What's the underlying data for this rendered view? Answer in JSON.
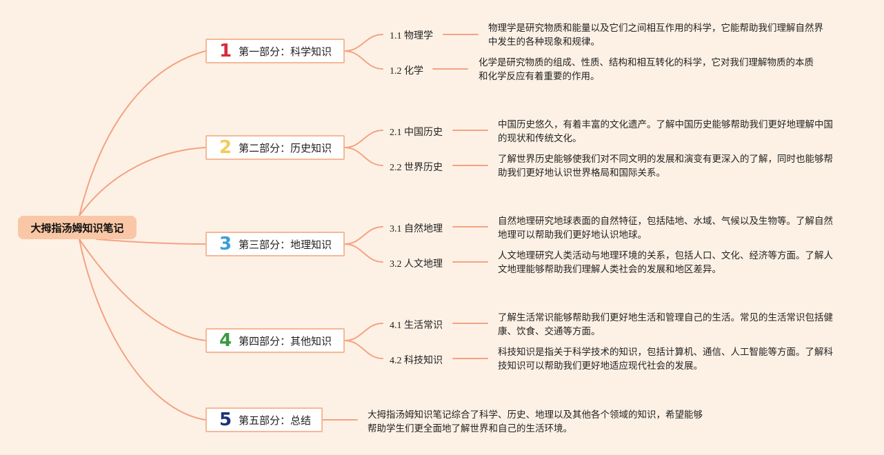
{
  "colors": {
    "background": "#fdf1e5",
    "branch": "#f4a282",
    "root_fill": "#f9c7a6",
    "box_border": "#f6b796"
  },
  "root": {
    "label": "大拇指汤姆知识笔记"
  },
  "sections": [
    {
      "number": "1",
      "number_color": "#d62b3e",
      "title": "第一部分：科学知识",
      "items": [
        {
          "label": "1.1 物理学",
          "desc": "物理学是研究物质和能量以及它们之间相互作用的科学，它能帮助我们理解自然界中发生的各种现象和规律。"
        },
        {
          "label": "1.2 化学",
          "desc": "化学是研究物质的组成、性质、结构和相互转化的科学，它对我们理解物质的本质和化学反应有着重要的作用。"
        }
      ]
    },
    {
      "number": "2",
      "number_color": "#f2cc57",
      "title": "第二部分：历史知识",
      "items": [
        {
          "label": "2.1 中国历史",
          "desc": "中国历史悠久，有着丰富的文化遗产。了解中国历史能够帮助我们更好地理解中国的现状和传统文化。"
        },
        {
          "label": "2.2 世界历史",
          "desc": "了解世界历史能够使我们对不同文明的发展和演变有更深入的了解，同时也能够帮助我们更好地认识世界格局和国际关系。"
        }
      ]
    },
    {
      "number": "3",
      "number_color": "#3c9ed8",
      "title": "第三部分：地理知识",
      "items": [
        {
          "label": "3.1 自然地理",
          "desc": "自然地理研究地球表面的自然特征，包括陆地、水域、气候以及生物等。了解自然地理可以帮助我们更好地认识地球。"
        },
        {
          "label": "3.2 人文地理",
          "desc": "人文地理研究人类活动与地理环境的关系，包括人口、文化、经济等方面。了解人文地理能够帮助我们理解人类社会的发展和地区差异。"
        }
      ]
    },
    {
      "number": "4",
      "number_color": "#3a9a3f",
      "title": "第四部分：其他知识",
      "items": [
        {
          "label": "4.1 生活常识",
          "desc": "了解生活常识能够帮助我们更好地生活和管理自己的生活。常见的生活常识包括健康、饮食、交通等方面。"
        },
        {
          "label": "4.2 科技知识",
          "desc": "科技知识是指关于科学技术的知识，包括计算机、通信、人工智能等方面。了解科技知识可以帮助我们更好地适应现代社会的发展。"
        }
      ]
    },
    {
      "number": "5",
      "number_color": "#1f2f7a",
      "title": "第五部分：总结",
      "desc": "大拇指汤姆知识笔记综合了科学、历史、地理以及其他各个领域的知识，希望能够帮助学生们更全面地了解世界和自己的生活环境。"
    }
  ]
}
